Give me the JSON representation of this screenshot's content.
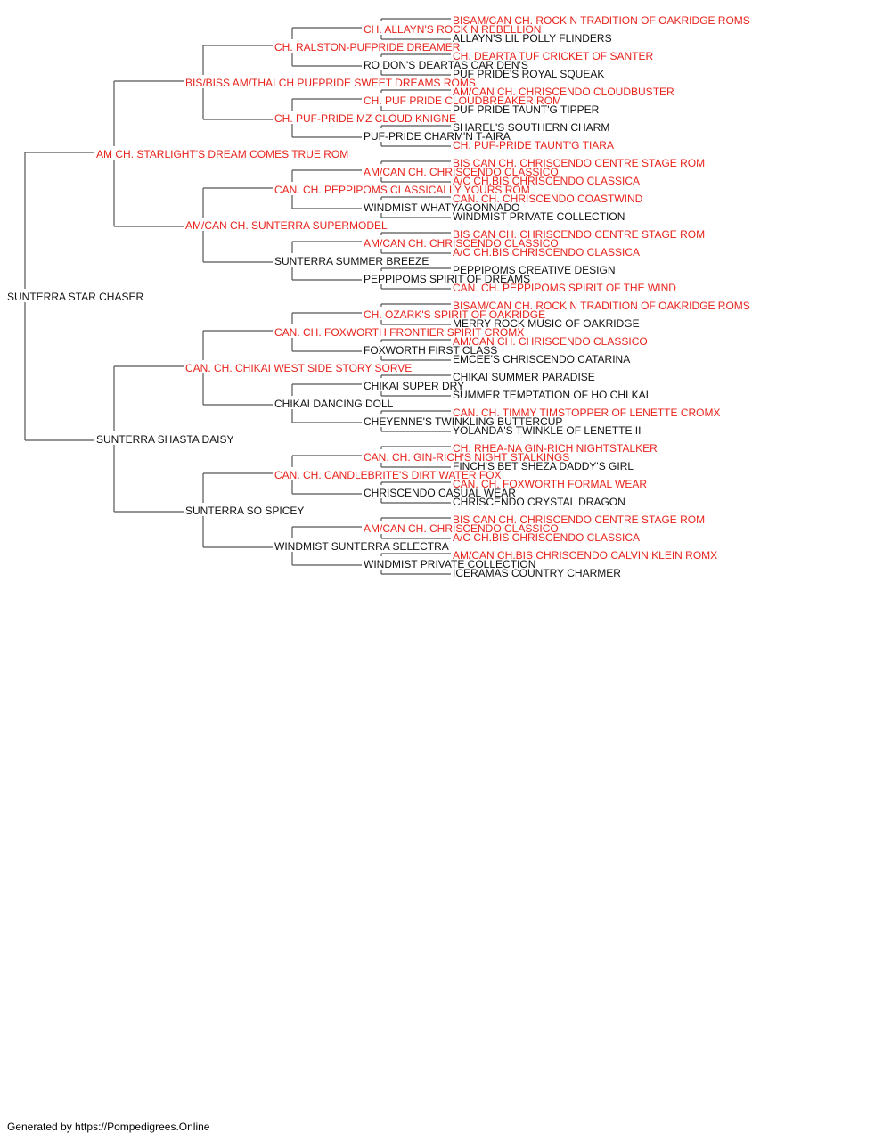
{
  "colors": {
    "champion": "#e8231c",
    "normal": "#111111",
    "line": "#555555"
  },
  "footer": "Generated by https://Pompedigrees.Online",
  "pedigree": [
    {
      "name": "SUNTERRA STAR CHASER",
      "gen": 0,
      "champion": false
    },
    {
      "name": "AM CH. STARLIGHT'S DREAM COMES TRUE ROM",
      "gen": 1,
      "champion": true
    },
    {
      "name": "SUNTERRA SHASTA DAISY",
      "gen": 1,
      "champion": false
    },
    {
      "name": "BIS/BISS AM/THAI CH PUFPRIDE SWEET DREAMS ROMS",
      "gen": 2,
      "champion": true
    },
    {
      "name": "AM/CAN CH. SUNTERRA SUPERMODEL",
      "gen": 2,
      "champion": true
    },
    {
      "name": "CAN. CH. CHIKAI WEST SIDE STORY SORVE",
      "gen": 2,
      "champion": true
    },
    {
      "name": "SUNTERRA SO SPICEY",
      "gen": 2,
      "champion": false
    },
    {
      "name": "CH. RALSTON-PUFPRIDE DREAMER",
      "gen": 3,
      "champion": true
    },
    {
      "name": "CH. PUF-PRIDE MZ CLOUD KNIGNE",
      "gen": 3,
      "champion": true
    },
    {
      "name": "CAN. CH. PEPPIPOMS CLASSICALLY YOURS ROM",
      "gen": 3,
      "champion": true
    },
    {
      "name": "SUNTERRA SUMMER BREEZE",
      "gen": 3,
      "champion": false
    },
    {
      "name": "CAN. CH. FOXWORTH FRONTIER SPIRIT CROMX",
      "gen": 3,
      "champion": true
    },
    {
      "name": "CHIKAI DANCING DOLL",
      "gen": 3,
      "champion": false
    },
    {
      "name": "CAN. CH. CANDLEBRITE'S DIRT WATER FOX",
      "gen": 3,
      "champion": true
    },
    {
      "name": "WINDMIST SUNTERRA SELECTRA",
      "gen": 3,
      "champion": false
    },
    {
      "name": "CH. ALLAYN'S ROCK N REBELLION",
      "gen": 4,
      "champion": true
    },
    {
      "name": "RO DON'S DEARTAS CAR DEN'S",
      "gen": 4,
      "champion": false
    },
    {
      "name": "CH. PUF PRIDE CLOUDBREAKER ROM",
      "gen": 4,
      "champion": true
    },
    {
      "name": "PUF-PRIDE CHARM'N T-AIRA",
      "gen": 4,
      "champion": false
    },
    {
      "name": "AM/CAN CH. CHRISCENDO CLASSICO",
      "gen": 4,
      "champion": true
    },
    {
      "name": "WINDMIST WHATYAGONNADO",
      "gen": 4,
      "champion": false
    },
    {
      "name": "AM/CAN CH. CHRISCENDO CLASSICO",
      "gen": 4,
      "champion": true
    },
    {
      "name": "PEPPIPOMS SPIRIT OF DREAMS",
      "gen": 4,
      "champion": false
    },
    {
      "name": "CH. OZARK'S SPIRIT OF OAKRIDGE",
      "gen": 4,
      "champion": true
    },
    {
      "name": "FOXWORTH FIRST CLASS",
      "gen": 4,
      "champion": false
    },
    {
      "name": "CHIKAI SUPER DRY",
      "gen": 4,
      "champion": false
    },
    {
      "name": "CHEYENNE'S TWINKLING BUTTERCUP",
      "gen": 4,
      "champion": false
    },
    {
      "name": "CAN. CH. GIN-RICH'S NIGHT STALKINGS",
      "gen": 4,
      "champion": true
    },
    {
      "name": "CHRISCENDO CASUAL WEAR",
      "gen": 4,
      "champion": false
    },
    {
      "name": "AM/CAN CH. CHRISCENDO CLASSICO",
      "gen": 4,
      "champion": true
    },
    {
      "name": "WINDMIST PRIVATE COLLECTION",
      "gen": 4,
      "champion": false
    },
    {
      "name": "BISAM/CAN CH. ROCK N TRADITION OF OAKRIDGE ROMS",
      "gen": 5,
      "champion": true
    },
    {
      "name": "ALLAYN'S LIL POLLY FLINDERS",
      "gen": 5,
      "champion": false
    },
    {
      "name": "CH. DEARTA TUF CRICKET OF SANTER",
      "gen": 5,
      "champion": true
    },
    {
      "name": "PUF PRIDE'S ROYAL SQUEAK",
      "gen": 5,
      "champion": false
    },
    {
      "name": "AM/CAN CH. CHRISCENDO CLOUDBUSTER",
      "gen": 5,
      "champion": true
    },
    {
      "name": "PUF PRIDE TAUNT'G TIPPER",
      "gen": 5,
      "champion": false
    },
    {
      "name": "SHAREL'S SOUTHERN CHARM",
      "gen": 5,
      "champion": false
    },
    {
      "name": "CH. PUF-PRIDE TAUNT'G TIARA",
      "gen": 5,
      "champion": true
    },
    {
      "name": "BIS CAN CH. CHRISCENDO CENTRE STAGE ROM",
      "gen": 5,
      "champion": true
    },
    {
      "name": "A/C CH.BIS CHRISCENDO CLASSICA",
      "gen": 5,
      "champion": true
    },
    {
      "name": "CAN. CH. CHRISCENDO COASTWIND",
      "gen": 5,
      "champion": true
    },
    {
      "name": "WINDMIST PRIVATE COLLECTION",
      "gen": 5,
      "champion": false
    },
    {
      "name": "BIS CAN CH. CHRISCENDO CENTRE STAGE ROM",
      "gen": 5,
      "champion": true
    },
    {
      "name": "A/C CH.BIS CHRISCENDO CLASSICA",
      "gen": 5,
      "champion": true
    },
    {
      "name": "PEPPIPOMS CREATIVE DESIGN",
      "gen": 5,
      "champion": false
    },
    {
      "name": "CAN. CH. PEPPIPOMS SPIRIT OF THE WIND",
      "gen": 5,
      "champion": true
    },
    {
      "name": "BISAM/CAN CH. ROCK N TRADITION OF OAKRIDGE ROMS",
      "gen": 5,
      "champion": true
    },
    {
      "name": "MERRY ROCK MUSIC OF OAKRIDGE",
      "gen": 5,
      "champion": false
    },
    {
      "name": "AM/CAN CH. CHRISCENDO CLASSICO",
      "gen": 5,
      "champion": true
    },
    {
      "name": "EMCEE'S CHRISCENDO CATARINA",
      "gen": 5,
      "champion": false
    },
    {
      "name": "CHIKAI SUMMER PARADISE",
      "gen": 5,
      "champion": false
    },
    {
      "name": "SUMMER TEMPTATION OF HO CHI KAI",
      "gen": 5,
      "champion": false
    },
    {
      "name": "CAN. CH. TIMMY TIMSTOPPER OF LENETTE CROMX",
      "gen": 5,
      "champion": true
    },
    {
      "name": "YOLANDA'S TWINKLE OF LENETTE II",
      "gen": 5,
      "champion": false
    },
    {
      "name": "CH. RHEA-NA GIN-RICH NIGHTSTALKER",
      "gen": 5,
      "champion": true
    },
    {
      "name": "FINCH'S BET SHEZA DADDY'S GIRL",
      "gen": 5,
      "champion": false
    },
    {
      "name": "CAN. CH. FOXWORTH FORMAL WEAR",
      "gen": 5,
      "champion": true
    },
    {
      "name": "CHRISCENDO CRYSTAL DRAGON",
      "gen": 5,
      "champion": false
    },
    {
      "name": "BIS CAN CH. CHRISCENDO CENTRE STAGE ROM",
      "gen": 5,
      "champion": true
    },
    {
      "name": "A/C CH.BIS CHRISCENDO CLASSICA",
      "gen": 5,
      "champion": true
    },
    {
      "name": "AM/CAN CH.BIS CHRISCENDO CALVIN KLEIN ROMX",
      "gen": 5,
      "champion": true
    },
    {
      "name": "ICERAMAS COUNTRY CHARMER",
      "gen": 5,
      "champion": false
    }
  ]
}
